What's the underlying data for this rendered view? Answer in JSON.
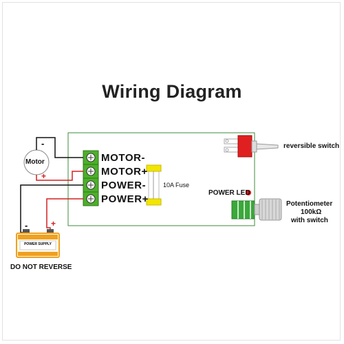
{
  "title": "Wiring Diagram",
  "motor": {
    "label": "Motor",
    "minus": "-",
    "plus": "+"
  },
  "terminals": [
    "MOTOR-",
    "MOTOR+",
    "POWER-",
    "POWER+"
  ],
  "fuse": {
    "label": "10A Fuse"
  },
  "switch": {
    "label": "reversible switch"
  },
  "led": {
    "label": "POWER LED"
  },
  "potentiometer": {
    "line1": "Potentiometer",
    "line2": "100kΩ",
    "line3": "with switch"
  },
  "battery": {
    "label": "POWER SUPPLY",
    "minus": "-",
    "plus": "+",
    "warning": "DO NOT REVERSE"
  },
  "colors": {
    "board_border": "#3a8c3a",
    "terminal_green": "#4caf2a",
    "wire_black": "#111111",
    "wire_red": "#d42020",
    "switch_red": "#e02020",
    "fuse_yellow": "#f2e600",
    "battery_orange": "#f0a020"
  }
}
